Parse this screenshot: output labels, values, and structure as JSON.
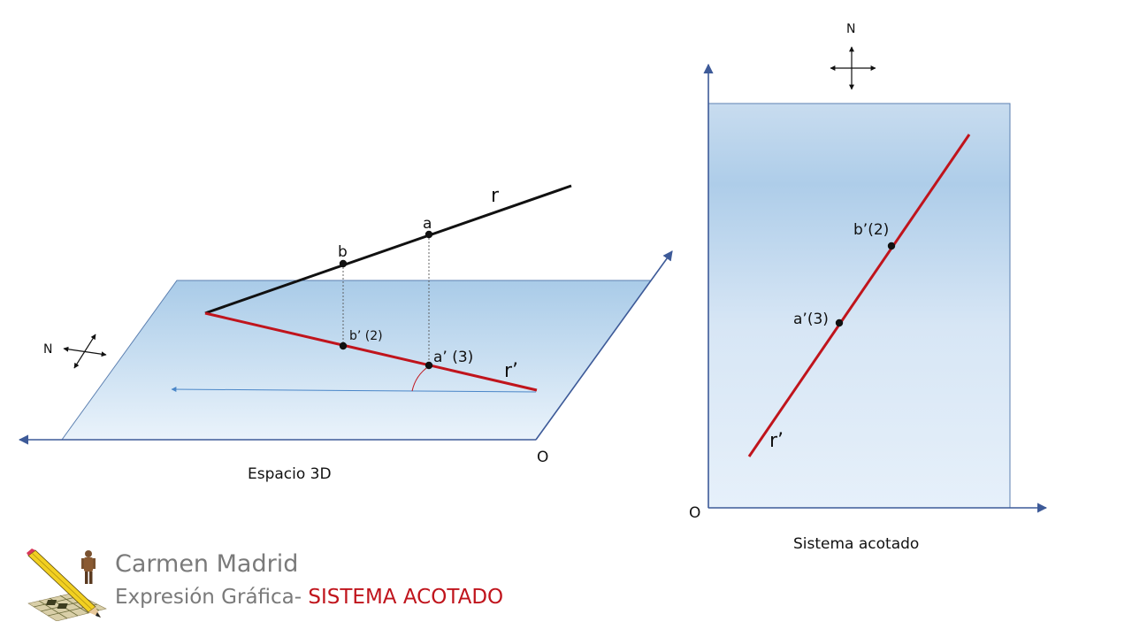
{
  "left_diagram": {
    "caption": "Espacio 3D",
    "north_label": "N",
    "origin_label": "O",
    "line_label": "r",
    "projection_label": "r’",
    "point_a_label": "a",
    "point_b_label": "b",
    "point_a_proj_label": "a’ (3)",
    "point_b_proj_label": "b’ (2)"
  },
  "right_diagram": {
    "caption": "Sistema acotado",
    "north_label": "N",
    "origin_label": "O",
    "projection_label": "r’",
    "point_a_proj_label": "a’(3)",
    "point_b_proj_label": "b’(2)"
  },
  "branding": {
    "author": "Carmen Madrid",
    "course_prefix": "Expresión Gráfica- ",
    "course_topic": "SISTEMA ACOTADO"
  },
  "colors": {
    "plane_fill_top": "#a9cbe8",
    "plane_fill_bottom": "#eaf3fb",
    "plane_edge": "#5b7fb0",
    "axis": "#3d5a98",
    "line_r": "#111111",
    "projection": "#c0141c",
    "topic": "#c0141c",
    "author_text": "#7a7a7a"
  }
}
